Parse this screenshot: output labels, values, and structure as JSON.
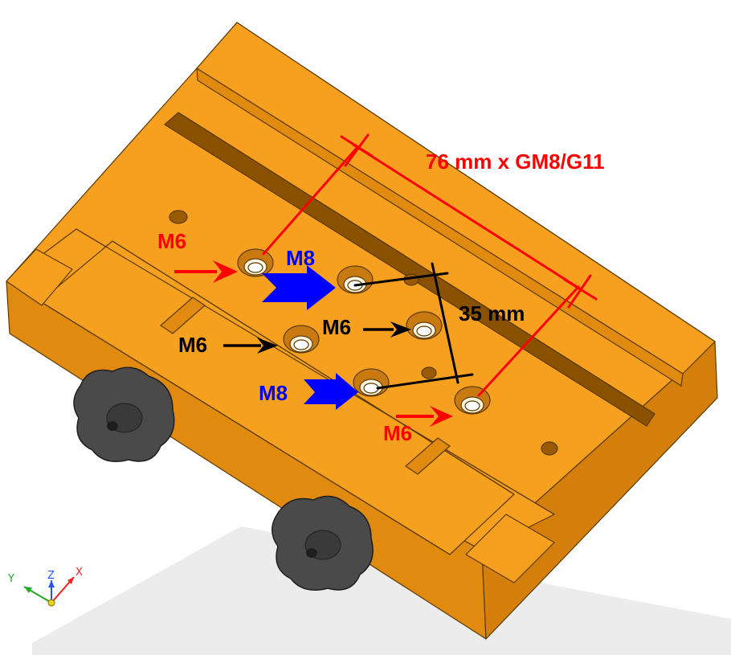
{
  "diagram": {
    "dimension_pitch": "76 mm x GM8/G11",
    "dimension_spacing": "35 mm",
    "labels": {
      "m6_top_left": "M6",
      "m8_top": "M8",
      "m6_center": "M6",
      "m6_middle": "M6",
      "m8_bottom": "M8",
      "m6_bottom_right": "M6"
    },
    "triad": {
      "x": "X",
      "y": "Y",
      "z": "Z"
    },
    "colors": {
      "body": "#f7a020",
      "body_side": "#e08a10",
      "edge": "#5a3a00",
      "annotation_red": "#ff0000",
      "annotation_blue": "#0000ff",
      "annotation_black": "#000000",
      "knob": "#4a4a4a"
    }
  }
}
